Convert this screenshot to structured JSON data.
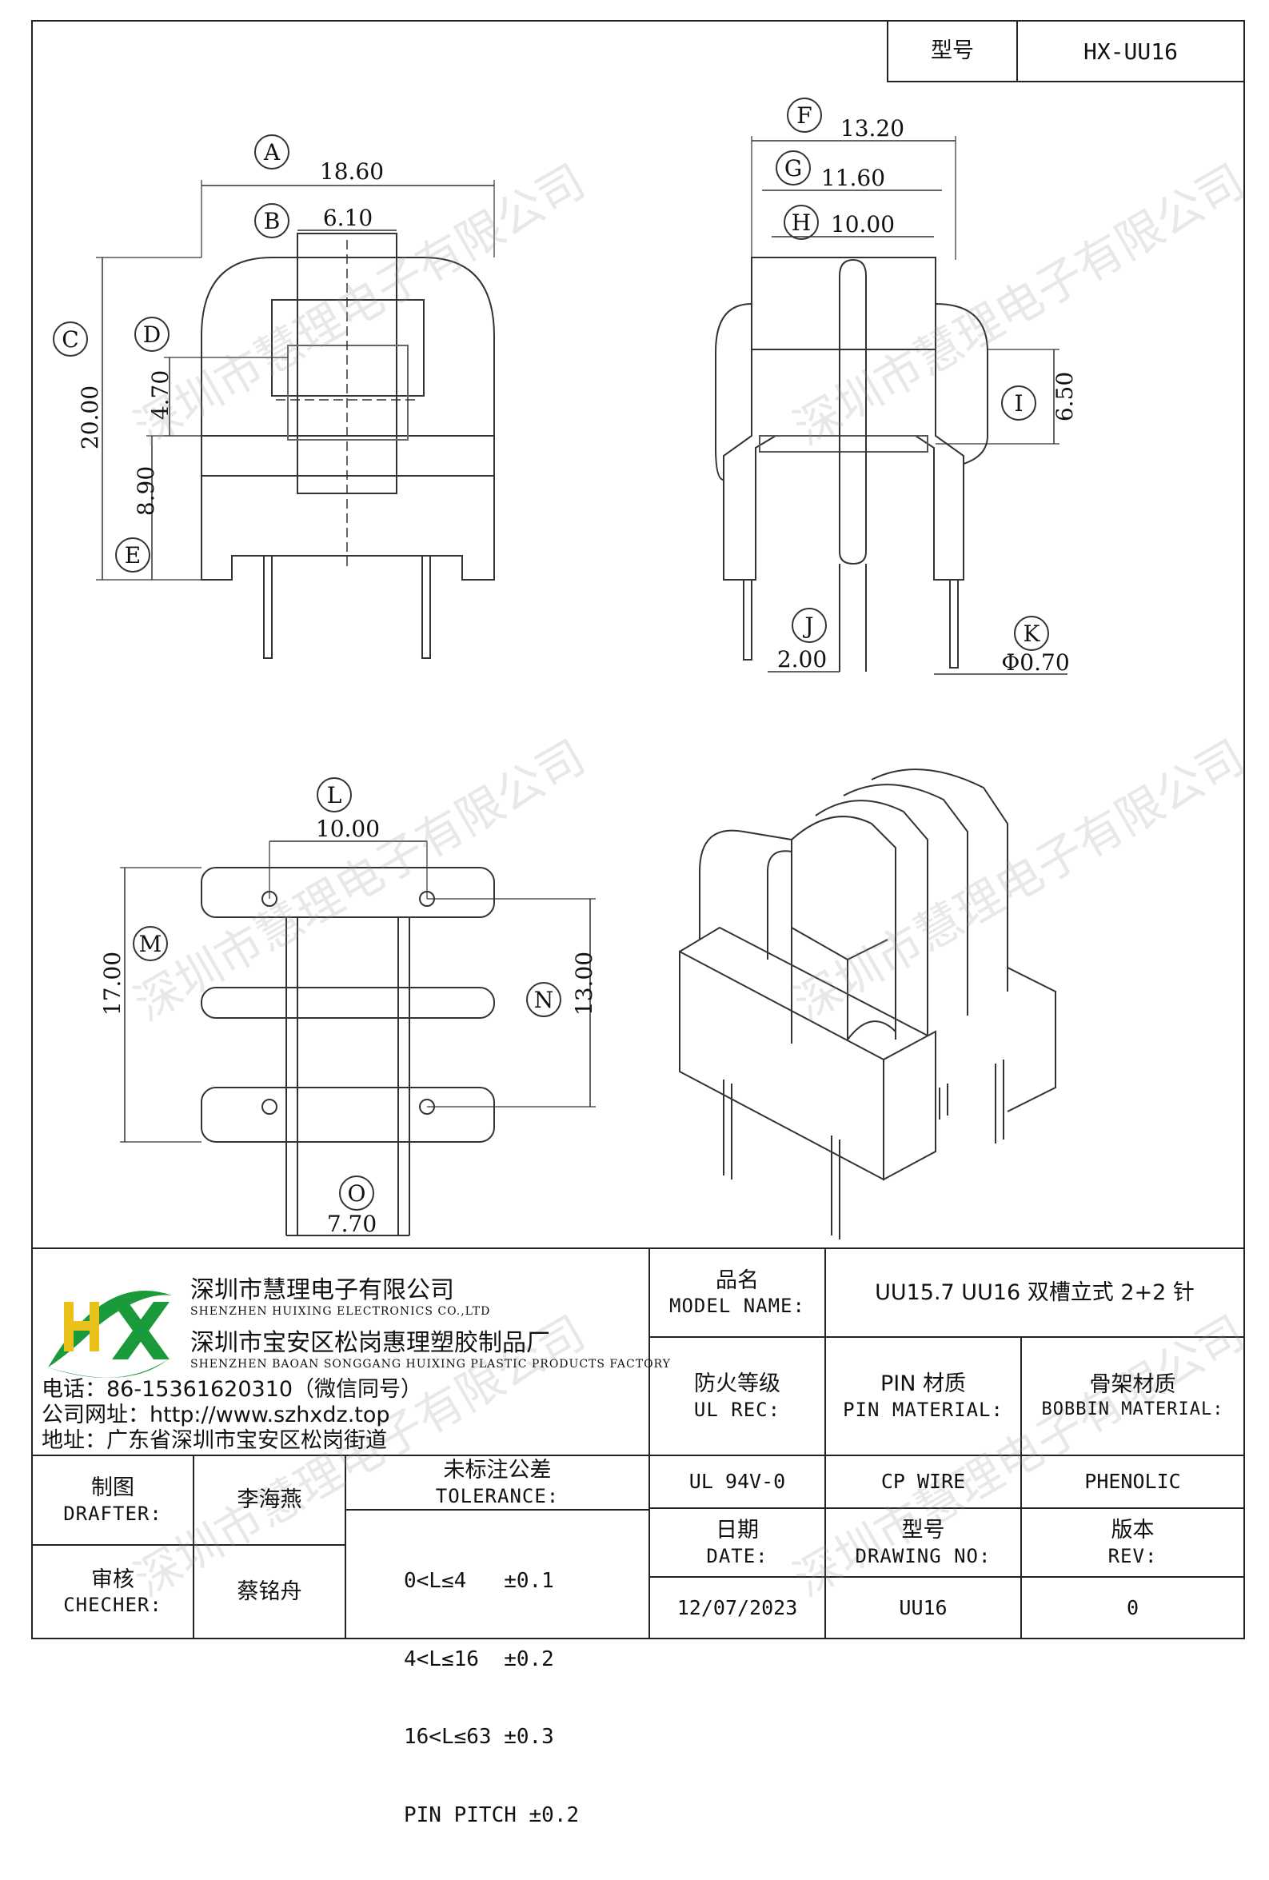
{
  "header": {
    "model_label": "型号",
    "model_value": "HX-UU16"
  },
  "drawing": {
    "dims": {
      "A": {
        "letter": "A",
        "value": "18.60"
      },
      "B": {
        "letter": "B",
        "value": "6.10"
      },
      "C": {
        "letter": "C",
        "value": "20.00"
      },
      "D": {
        "letter": "D",
        "value": "4.70"
      },
      "E": {
        "letter": "E",
        "value": "8.90"
      },
      "F": {
        "letter": "F",
        "value": "13.20"
      },
      "G": {
        "letter": "G",
        "value": "11.60"
      },
      "H": {
        "letter": "H",
        "value": "10.00"
      },
      "I": {
        "letter": "I",
        "value": "6.50"
      },
      "J": {
        "letter": "J",
        "value": "2.00"
      },
      "K": {
        "letter": "K",
        "value": "Φ0.70"
      },
      "L": {
        "letter": "L",
        "value": "10.00"
      },
      "M": {
        "letter": "M",
        "value": "17.00"
      },
      "N": {
        "letter": "N",
        "value": "13.00"
      },
      "O": {
        "letter": "O",
        "value": "7.70"
      }
    },
    "watermark": "深圳市慧理电子有限公司"
  },
  "company": {
    "name_cn": "深圳市慧理电子有限公司",
    "name_en": "SHENZHEN HUIXING ELECTRONICS CO.,LTD",
    "factory_cn": "深圳市宝安区松岗惠理塑胶制品厂",
    "factory_en": "SHENZHEN BAOAN SONGGANG HUIXING PLASTIC PRODUCTS FACTORY",
    "phone": "电话：86-15361620310（微信同号）",
    "website": "公司网址：http://www.szhxdz.top",
    "address": "地址：广东省深圳市宝安区松岗街道",
    "logo_colors": {
      "green": "#1a9a3a",
      "yellow": "#e8c21a"
    }
  },
  "titleblock": {
    "model_name_cn": "品名",
    "model_name_en": "MODEL NAME:",
    "model_name_value": "UU15.7 UU16 双槽立式 2+2 针",
    "ul_rec_cn": "防火等级",
    "ul_rec_en": "UL REC:",
    "pin_material_cn": "PIN 材质",
    "pin_material_en": "PIN MATERIAL:",
    "bobbin_material_cn": "骨架材质",
    "bobbin_material_en": "BOBBIN MATERIAL:",
    "ul_value": "UL 94V-0",
    "pin_value": "CP WIRE",
    "bobbin_value": "PHENOLIC",
    "drafter_cn": "制图",
    "drafter_en": "DRAFTER:",
    "drafter_name": "李海燕",
    "checker_cn": "审核",
    "checker_en": "CHECHER:",
    "checker_name": "蔡铭舟",
    "tolerance_cn": "未标注公差",
    "tolerance_en": "TOLERANCE:",
    "tolerances": [
      "0<L≤4   ±0.1",
      "4<L≤16  ±0.2",
      "16<L≤63 ±0.3",
      "PIN PITCH ±0.2"
    ],
    "date_cn": "日期",
    "date_en": "DATE:",
    "date_value": "12/07/2023",
    "drawing_no_cn": "型号",
    "drawing_no_en": "DRAWING NO:",
    "drawing_no_value": "UU16",
    "rev_cn": "版本",
    "rev_en": "REV:",
    "rev_value": "0"
  }
}
